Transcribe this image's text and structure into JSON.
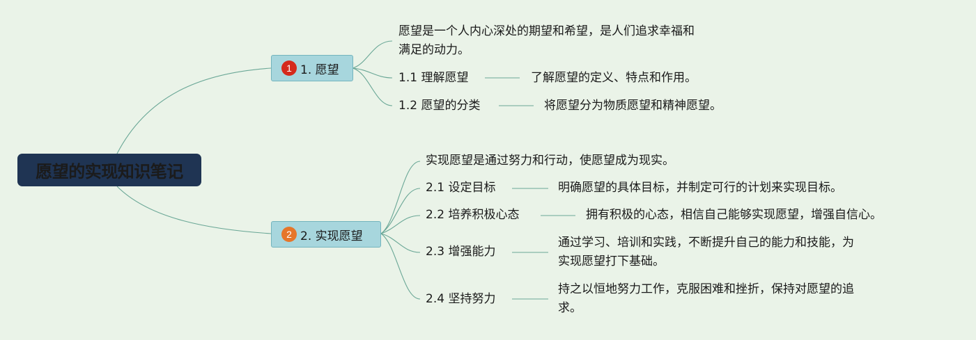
{
  "root": {
    "title": "愿望的实现知识笔记"
  },
  "branches": [
    {
      "number": "1",
      "label": "1. 愿望",
      "description": [
        "愿望是一个人内心深处的期望和希望，是人们追求幸福和",
        "满足的动力。"
      ],
      "subtopics": [
        {
          "label": "1.1 理解愿望",
          "detail": [
            "了解愿望的定义、特点和作用。"
          ]
        },
        {
          "label": "1.2 愿望的分类",
          "detail": [
            "将愿望分为物质愿望和精神愿望。"
          ]
        }
      ]
    },
    {
      "number": "2",
      "label": "2. 实现愿望",
      "description": [
        "实现愿望是通过努力和行动，使愿望成为现实。"
      ],
      "subtopics": [
        {
          "label": "2.1 设定目标",
          "detail": [
            "明确愿望的具体目标，并制定可行的计划来实现目标。"
          ]
        },
        {
          "label": "2.2 培养积极心态",
          "detail": [
            "拥有积极的心态，相信自己能够实现愿望，增强自信心。"
          ]
        },
        {
          "label": "2.3 增强能力",
          "detail": [
            "通过学习、培训和实践，不断提升自己的能力和技能，为",
            "实现愿望打下基础。"
          ]
        },
        {
          "label": "2.4 坚持努力",
          "detail": [
            "持之以恒地努力工作，克服困难和挫折，保持对愿望的追",
            "求。"
          ]
        }
      ]
    }
  ],
  "colors": {
    "background": "#eaf3e8",
    "root_fill": "#1f3453",
    "branch_fill": "#a7d6dd",
    "connector": "#6aa796",
    "badge_1": "#d52a1c",
    "badge_2": "#e6762a"
  }
}
